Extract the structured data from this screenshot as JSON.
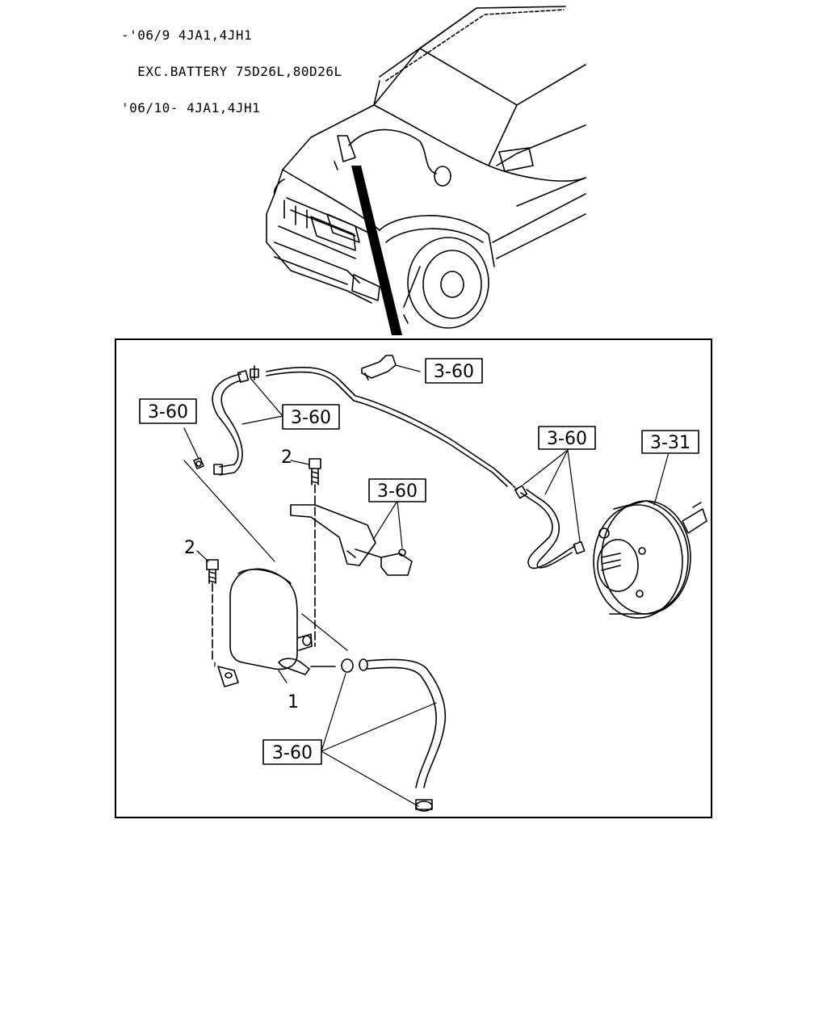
{
  "applicability_notes": [
    "-'06/9 4JA1,4JH1",
    "  EXC.BATTERY 75D26L,80D26L",
    "'06/10- 4JA1,4JH1"
  ],
  "reference_boxes": {
    "top_clip": "3-60",
    "upper_hose": "3-60",
    "left_clamp": "3-60",
    "pipe_end": "3-60",
    "booster": "3-31",
    "bracket": "3-60",
    "lower_hose": "3-60"
  },
  "part_numbers": {
    "bolt_upper": "2",
    "bolt_lower": "2",
    "tank": "1"
  },
  "icons": [
    "vehicle-illustration",
    "vacuum-tank",
    "brake-booster",
    "bolt",
    "hose-clamp",
    "check-valve"
  ]
}
